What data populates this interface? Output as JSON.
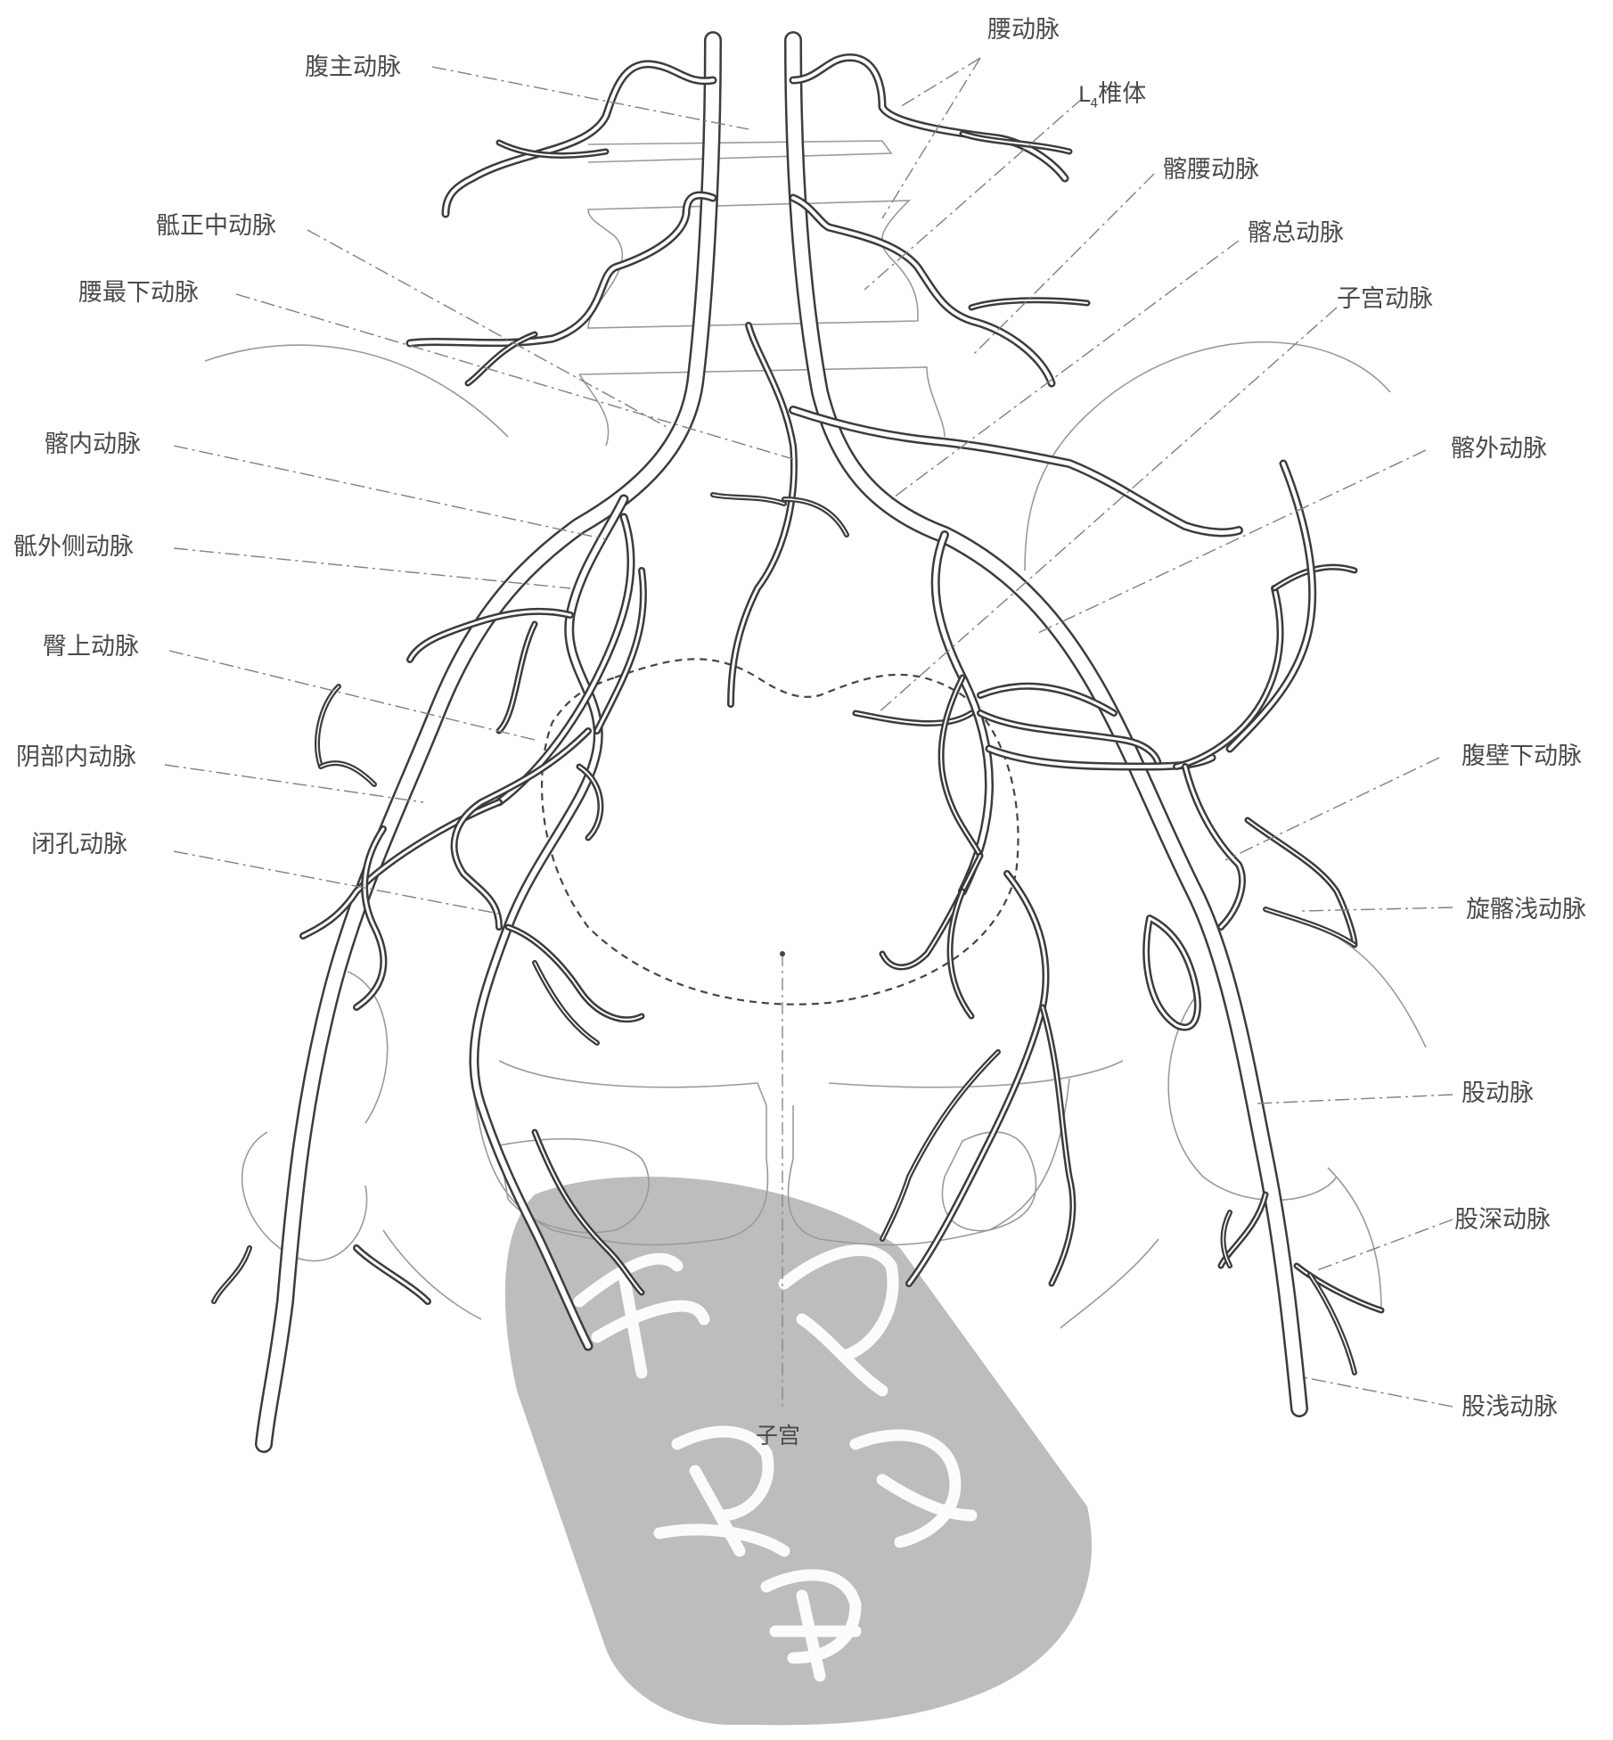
{
  "labels": {
    "abdominal_aorta": "腹主动脉",
    "lumbar_arteries": "腰动脉",
    "l4_vertebra_L": "L",
    "l4_vertebra_sub": "4",
    "l4_vertebra_rest": "椎体",
    "iliolumbar_artery": "髂腰动脉",
    "median_sacral_artery": "骶正中动脉",
    "common_iliac_artery": "髂总动脉",
    "lowest_lumbar_artery": "腰最下动脉",
    "uterine_artery": "子宫动脉",
    "internal_iliac_artery": "髂内动脉",
    "external_iliac_artery": "髂外动脉",
    "lateral_sacral_artery": "骶外侧动脉",
    "superior_gluteal_artery": "臀上动脉",
    "internal_pudendal_artery": "阴部内动脉",
    "inferior_epigastric_artery": "腹壁下动脉",
    "obturator_artery": "闭孔动脉",
    "superficial_circumflex_iliac_artery": "旋髂浅动脉",
    "femoral_artery": "股动脉",
    "deep_femoral_artery": "股深动脉",
    "superficial_femoral_artery": "股浅动脉",
    "uterus": "子宫"
  },
  "watermark": {
    "text": "医学考试",
    "color": "#a9a9a9"
  },
  "colors": {
    "vessel_stroke": "#3c3c3c",
    "leader_line": "#808080",
    "label_text": "#4a4a4a",
    "bone_outline": "#9a9a9a"
  }
}
